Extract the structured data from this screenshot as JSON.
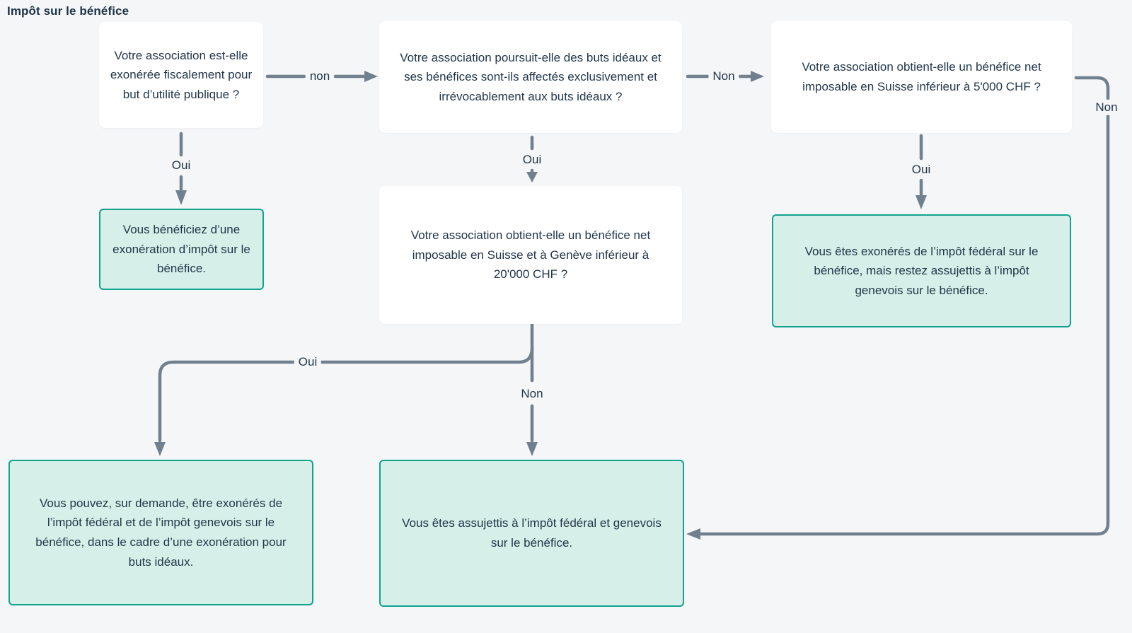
{
  "title": "Impôt sur le bénéfice",
  "nodes": {
    "q_exoneration_publique": {
      "text": "Votre association est-elle exonérée fiscalement pour but d’utilité publique ?"
    },
    "q_buts_ideaux": {
      "text": "Votre association poursuit-elle des buts idéaux et ses bénéfices sont-ils affectés exclusivement et irrévocablement aux buts idéaux ?"
    },
    "q_benefice_5000": {
      "text": "Votre association obtient-elle un bénéfice net imposable en Suisse inférieur à 5'000 CHF ?"
    },
    "q_benefice_20000": {
      "text": "Votre association obtient-elle un bénéfice net imposable en Suisse et à Genève inférieur à 20'000 CHF ?"
    },
    "r_exoneration_impot": {
      "text": "Vous bénéficiez d’une exonération d’impôt sur le bénéfice."
    },
    "r_exonere_federal": {
      "text": "Vous êtes exonérés de l’impôt fédéral sur le bénéfice, mais restez assujettis à l’impôt genevois sur le bénéfice."
    },
    "r_exoneration_demande": {
      "text": "Vous pouvez, sur demande, être exonérés de l’impôt fédéral et de l’impôt genevois sur le bénéfice, dans le cadre d’une exonération pour buts idéaux."
    },
    "r_assujettis": {
      "text": "Vous êtes assujettis à l’impôt fédéral et genevois sur le bénéfice."
    }
  },
  "edge_labels": {
    "q1_to_q2": "non",
    "q2_to_q3": "Non",
    "q1_to_r1": "Oui",
    "q2_to_q4": "Oui",
    "q3_to_r2": "Oui",
    "q4_to_r3": "Oui",
    "q4_to_r4": "Non",
    "q3_to_r4": "Non"
  },
  "colors": {
    "background": "#f4f6f8",
    "question_box_bg": "#ffffff",
    "result_box_bg": "#d7efe9",
    "result_box_border": "#12a28e",
    "connector": "#71808e",
    "text": "#22364a"
  }
}
